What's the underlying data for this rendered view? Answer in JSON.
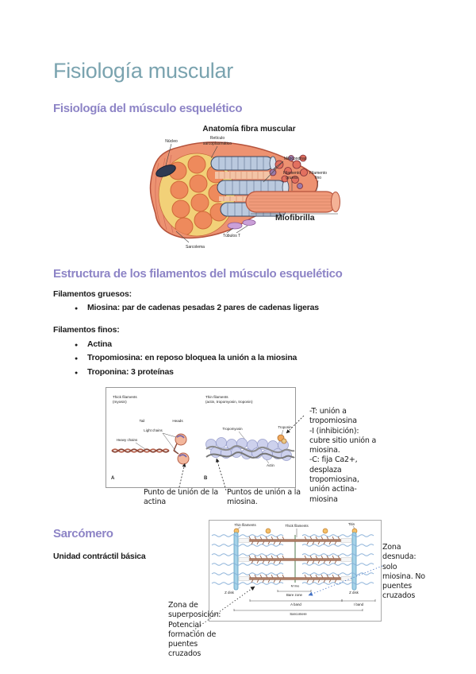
{
  "page": {
    "title": "Fisiología muscular",
    "title_color": "#7aa3af",
    "heading_color": "#8d84c6",
    "background": "#ffffff"
  },
  "sections": {
    "skeletal": {
      "heading": "Fisiología del músculo esquelético"
    },
    "filaments": {
      "heading": "Estructura de los filamentos del músculo esquelético",
      "thick_label": "Filamentos gruesos:",
      "thick_items": [
        "Miosina: par de cadenas pesadas 2 pares de cadenas ligeras"
      ],
      "thin_label": "Filamentos finos:",
      "thin_items": [
        "Actina",
        "Tropomiosina: en reposo bloquea la unión a la miosina",
        "Troponina: 3 proteínas"
      ]
    },
    "sarcomere": {
      "heading": "Sarcómero",
      "body": "Unidad contráctil básica"
    }
  },
  "figure1": {
    "title": "Anatomía fibra muscular",
    "labels": {
      "nucleo": "Núcleo",
      "reticulo_line1": "Retículo",
      "reticulo_line2": "sarcoplasmático",
      "mitocondrias": "Mitocondrias",
      "fil_grueso_line1": "Filamento",
      "fil_grueso_line2": "grueso",
      "fil_fino_line1": "Filamento",
      "fil_fino_line2": "fino",
      "miofibrilla": "Miofibrilla",
      "tubulos": "Túbulos T",
      "sarcolema": "Sarcolema"
    }
  },
  "figure2": {
    "panelA": {
      "header1": "Thick filaments",
      "header2": "(myosin)",
      "tail": "Tail",
      "heads": "Heads",
      "light_chains": "Light chains",
      "heavy_chains": "Heavy chains",
      "letter": "A"
    },
    "panelB": {
      "header1": "Thin filaments",
      "header2": "(actin, tropomyosin, troponin)",
      "tropomyosin": "Tropomyosin",
      "troponin": "Troponin",
      "actin": "Actin",
      "letter": "B"
    },
    "caption_actina": [
      "Punto de unión de la",
      "actina"
    ],
    "caption_miosina": [
      "Puntos de unión a la",
      "miosina."
    ],
    "annotation": [
      "-T: unión a",
      "tropomiosina",
      "-I (inhibición):",
      "cubre sitio unión a",
      "miosina.",
      "-C: fija Ca2+,",
      "desplaza",
      "tropomiosina,",
      "unión actina-",
      "miosina"
    ]
  },
  "figure3": {
    "top_labels": {
      "thin": "Thin filaments",
      "thick": "Thick filaments",
      "titin": "Titin"
    },
    "bottom_labels": {
      "z_disk_left": "Z disk",
      "z_disk_right": "Z disk",
      "m_line": "M line",
      "bare_zone": "Bare zone",
      "a_band": "A band",
      "i_band": "I band",
      "sarcomere": "Sarcomere"
    },
    "annotation_right": [
      "Zona",
      "desnuda:",
      "solo",
      "miosina. No",
      "puentes",
      "cruzados"
    ],
    "annotation_left": [
      "Zona de",
      "superposición:",
      "Potencial",
      "formación de",
      "puentes",
      "cruzados"
    ]
  }
}
